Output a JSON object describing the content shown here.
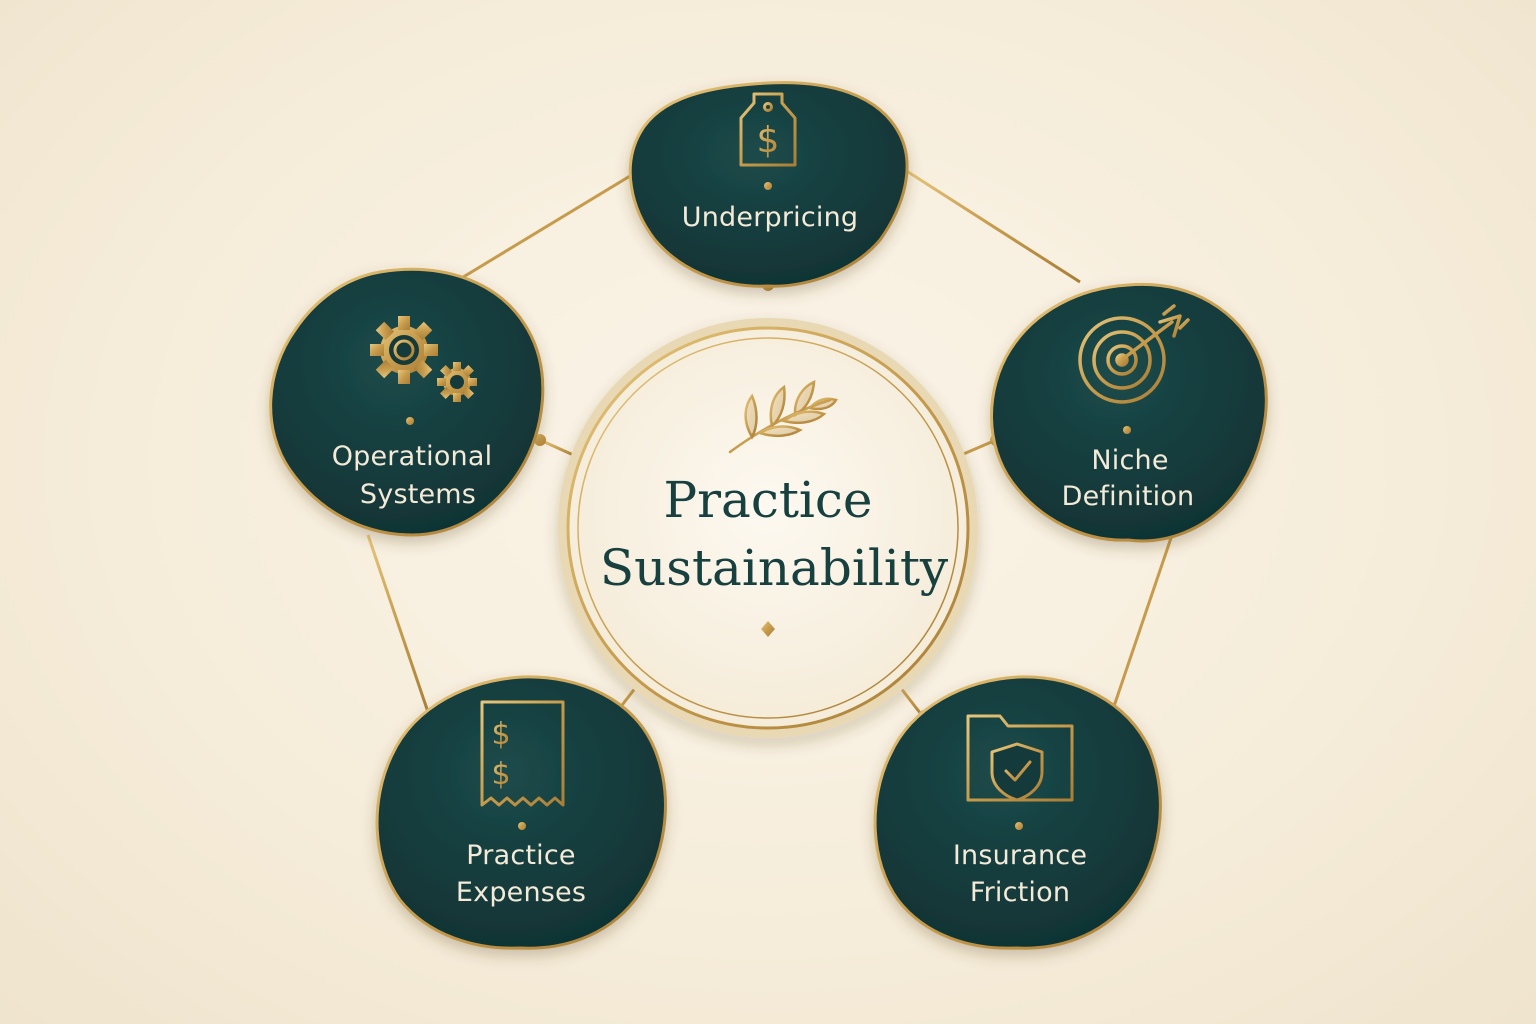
{
  "center": {
    "title_line1": "Practice",
    "title_line2": "Sustainability",
    "icon": "laurel-branch-icon"
  },
  "nodes": [
    {
      "id": "underpricing",
      "label_lines": [
        "Underpricing"
      ],
      "icon": "price-tag-dollar-icon"
    },
    {
      "id": "niche-definition",
      "label_lines": [
        "Niche",
        "Definition"
      ],
      "icon": "target-arrow-icon"
    },
    {
      "id": "insurance-friction",
      "label_lines": [
        "Insurance",
        "Friction"
      ],
      "icon": "folder-shield-check-icon"
    },
    {
      "id": "practice-expenses",
      "label_lines": [
        "Practice",
        "Expenses"
      ],
      "icon": "receipt-dollar-icon"
    },
    {
      "id": "operational-systems",
      "label_lines": [
        "Operational",
        "Systems"
      ],
      "icon": "gears-icon"
    }
  ],
  "colors": {
    "background": "#f6eedd",
    "node_fill": "#143a3b",
    "gold": "#c9a356",
    "text_light": "#f3ead8",
    "title": "#17403f"
  }
}
